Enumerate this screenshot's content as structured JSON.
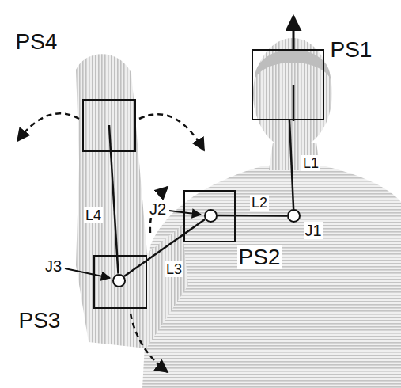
{
  "diagram": {
    "nodes": [
      {
        "text": [
          "PS1"
        ]
      },
      {
        "text": [
          "J1"
        ]
      },
      {
        "text": [
          "PS2"
        ]
      },
      {
        "text": [
          "J2"
        ],
        "in": 2
      },
      {
        "text": [
          "PS3"
        ]
      },
      {
        "text": [
          "J3"
        ],
        "in": 4
      },
      {
        "text": [
          "PS4"
        ]
      }
    ],
    "edges": [
      {
        "from": 0,
        "to": 1,
        "arrow": "none",
        "label": "L1"
      },
      {
        "from": 1,
        "to": 3,
        "arrow": "none",
        "label": "L2"
      },
      {
        "from": 3,
        "to": 5,
        "arrow": "none",
        "label": "L3"
      },
      {
        "from": 5,
        "to": 6,
        "arrow": "none",
        "label": "L4"
      }
    ]
  }
}
